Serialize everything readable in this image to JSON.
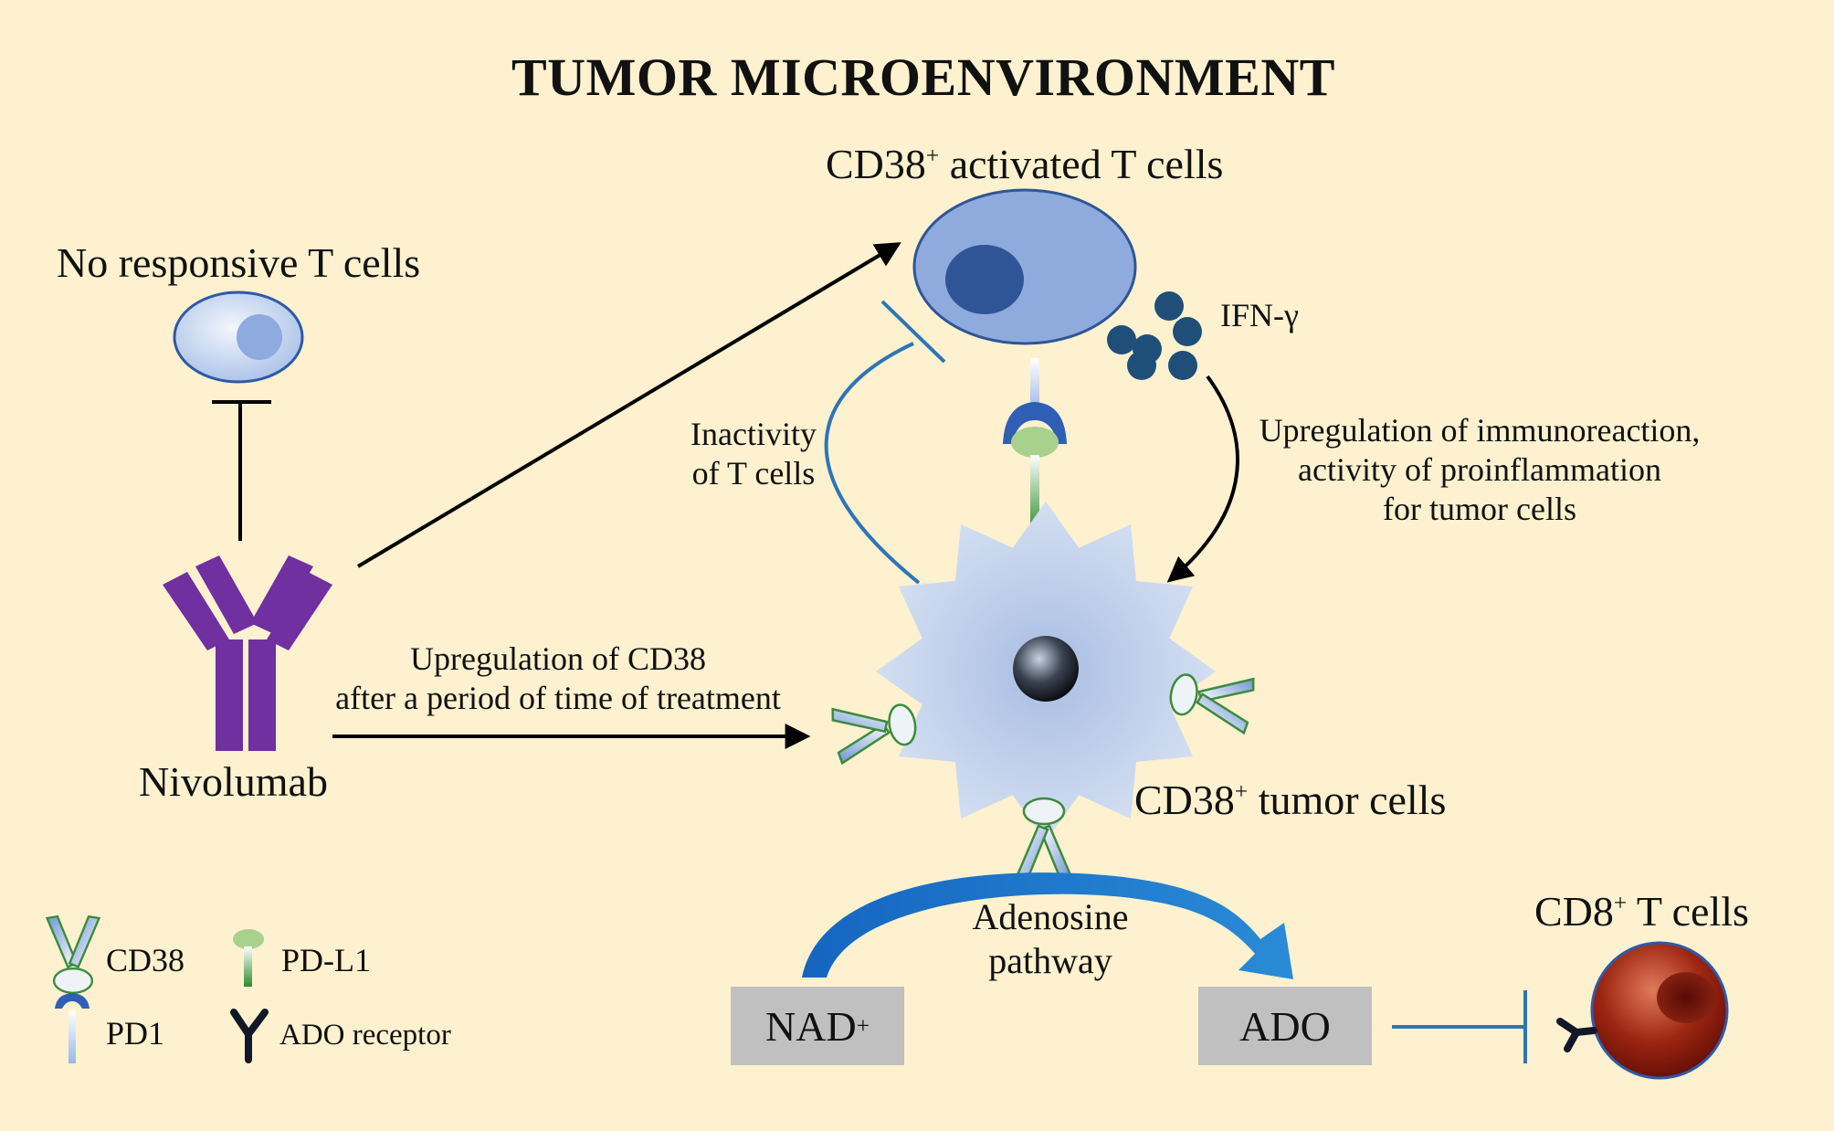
{
  "title": "TUMOR MICROENVIRONMENT",
  "labels": {
    "no_responsive": "No responsive T cells",
    "activated_main": "CD38",
    "activated_sup": "+",
    "activated_rest": " activated T cells",
    "ifn": "IFN-γ",
    "inactivity_line1": "Inactivity",
    "inactivity_line2": "of T cells",
    "upreg_immuno_line1": "Upregulation of immunoreaction,",
    "upreg_immuno_line2": "activity of proinflammation",
    "upreg_immuno_line3": "for tumor cells",
    "upreg_cd38_line1": "Upregulation of CD38",
    "upreg_cd38_line2": "after a period of time of treatment",
    "nivolumab": "Nivolumab",
    "tumor_main": "CD38",
    "tumor_sup": "+",
    "tumor_rest": " tumor cells",
    "adenosine_line1": "Adenosine",
    "adenosine_line2": "pathway",
    "cd8_main": "CD8",
    "cd8_sup": "+",
    "cd8_rest": " T cells",
    "nad_main": "NAD",
    "nad_sup": "+",
    "ado": "ADO"
  },
  "legend": {
    "cd38": "CD38",
    "pdl1": "PD-L1",
    "pd1": "PD1",
    "ado_receptor": "ADO receptor"
  },
  "colors": {
    "background": "#fdf1cf",
    "antibody": "#7030a0",
    "activated_cell": "#8faadc",
    "activated_nucleus": "#2f5597",
    "tumor_cell": "#c5d5ee",
    "cd8_cell": "#8b1a10",
    "arrow_blue": "#1f6fbf",
    "inhibit_blue": "#2e75b6",
    "box_gray": "#c0c0c0"
  }
}
